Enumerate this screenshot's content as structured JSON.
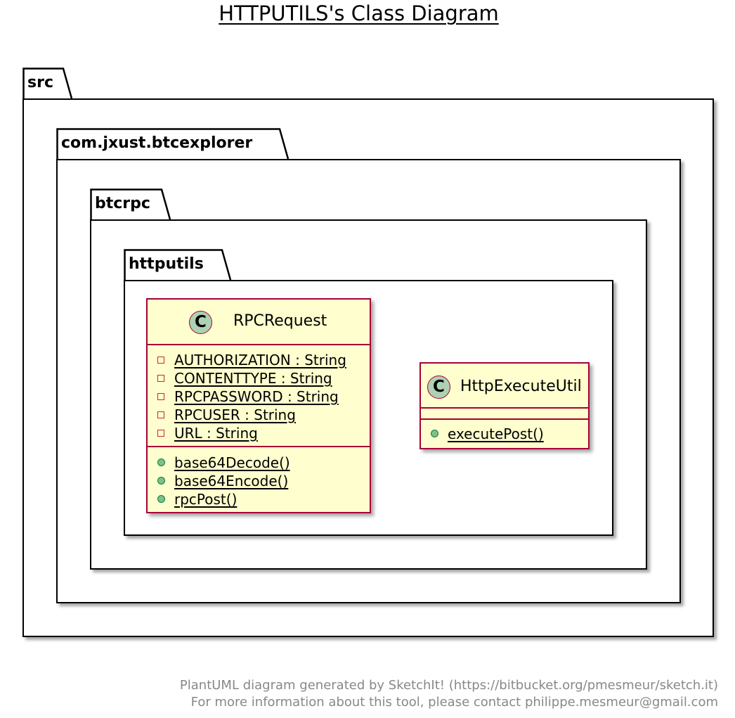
{
  "title": "HTTPUTILS's Class Diagram",
  "packages": [
    {
      "name": "src"
    },
    {
      "name": "com.jxust.btcexplorer"
    },
    {
      "name": "btcrpc"
    },
    {
      "name": "httputils"
    }
  ],
  "classes": [
    {
      "name": "RPCRequest",
      "stereotype_icon": "C",
      "fields": [
        {
          "visibility": "private",
          "text": "AUTHORIZATION : String"
        },
        {
          "visibility": "private",
          "text": "CONTENTTYPE : String"
        },
        {
          "visibility": "private",
          "text": "RPCPASSWORD : String"
        },
        {
          "visibility": "private",
          "text": "RPCUSER : String"
        },
        {
          "visibility": "private",
          "text": "URL : String"
        }
      ],
      "methods": [
        {
          "visibility": "public",
          "text": "base64Decode()"
        },
        {
          "visibility": "public",
          "text": "base64Encode()"
        },
        {
          "visibility": "public",
          "text": "rpcPost()"
        }
      ]
    },
    {
      "name": "HttpExecuteUtil",
      "stereotype_icon": "C",
      "fields": [],
      "methods": [
        {
          "visibility": "public",
          "text": "executePost()"
        }
      ]
    }
  ],
  "footer": {
    "line1": "PlantUML diagram generated by SketchIt! (https://bitbucket.org/pmesmeur/sketch.it)",
    "line2": "For more information about this tool, please contact philippe.mesmeur@gmail.com"
  },
  "colors": {
    "class_fill": "#FEFECE",
    "class_border": "#A80036",
    "class_icon_fill": "#ADD1B2",
    "private_marker": "#C82930",
    "public_marker": "#84BE84",
    "footer_text": "#888888"
  }
}
